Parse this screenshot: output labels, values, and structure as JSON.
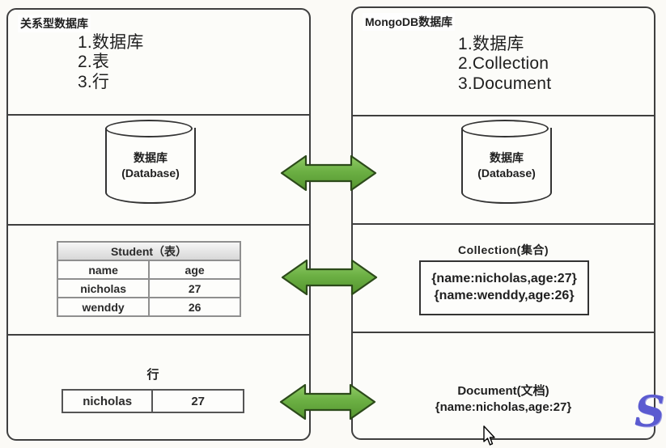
{
  "left_panel": {
    "title": "关系型数据库",
    "concepts": [
      "1.数据库",
      "2.表",
      "3.行"
    ],
    "database": {
      "label_cn": "数据库",
      "label_en": "(Database)"
    },
    "table": {
      "title": "Student（表）",
      "headers": [
        "name",
        "age"
      ],
      "rows": [
        [
          "nicholas",
          "27"
        ],
        [
          "wenddy",
          "26"
        ]
      ]
    },
    "row_section": {
      "title": "行",
      "cells": [
        "nicholas",
        "27"
      ]
    }
  },
  "right_panel": {
    "title": "MongoDB数据库",
    "concepts": [
      "1.数据库",
      "2.Collection",
      "3.Document"
    ],
    "database": {
      "label_cn": "数据库",
      "label_en": "(Database)"
    },
    "collection": {
      "title": "Collection(集合)",
      "documents": [
        "{name:nicholas,age:27}",
        "{name:wenddy,age:26}"
      ]
    },
    "document_section": {
      "title": "Document(文档)",
      "content": "{name:nicholas,age:27}"
    }
  },
  "watermark": "S",
  "colors": {
    "arrow_green": "#6cb044",
    "arrow_green_light": "#90cb66",
    "arrow_green_dark": "#55952e",
    "arrow_border": "#2c4a1a",
    "watermark_blue": "#5b5bd0"
  }
}
